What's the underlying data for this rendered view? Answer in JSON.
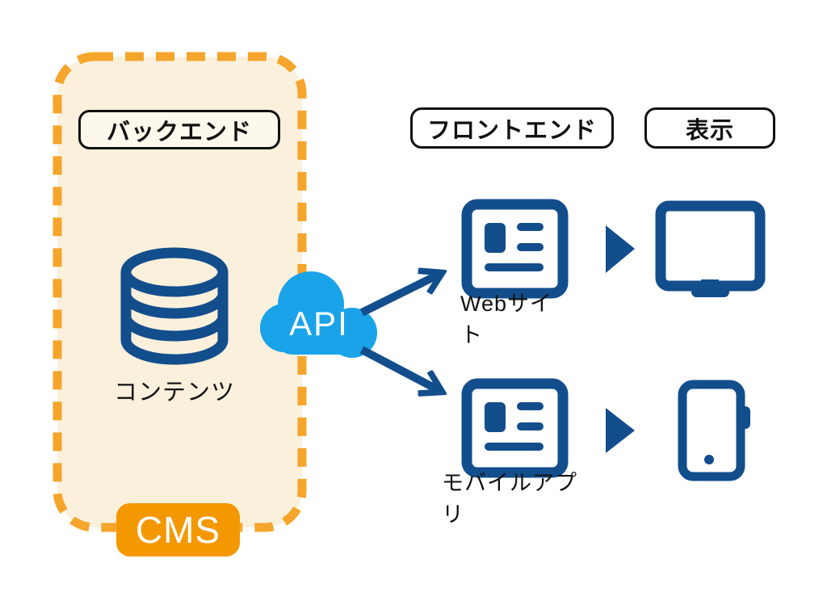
{
  "diagram": {
    "backend": {
      "label": "バックエンド",
      "database_caption": "コンテンツ",
      "badge_label": "CMS"
    },
    "api": {
      "label": "API"
    },
    "frontend": {
      "label": "フロントエンド",
      "web_caption": "Webサイト",
      "mobile_caption": "モバイルアプリ"
    },
    "display": {
      "label": "表示"
    },
    "icons": {
      "database": "database-icon",
      "cloud": "api-cloud-icon",
      "website": "browser-card-icon",
      "mobile_app": "browser-card-icon",
      "monitor": "monitor-icon",
      "smartphone": "smartphone-icon"
    },
    "colors": {
      "backend_fill": "#FAF0DC",
      "backend_dash": "#F5A52B",
      "badge_orange": "#F39800",
      "icon_blue": "#134E8C",
      "cloud_blue": "#1AA3E8",
      "text": "#111111",
      "pill_border": "#111111",
      "white": "#FFFFFF"
    }
  }
}
